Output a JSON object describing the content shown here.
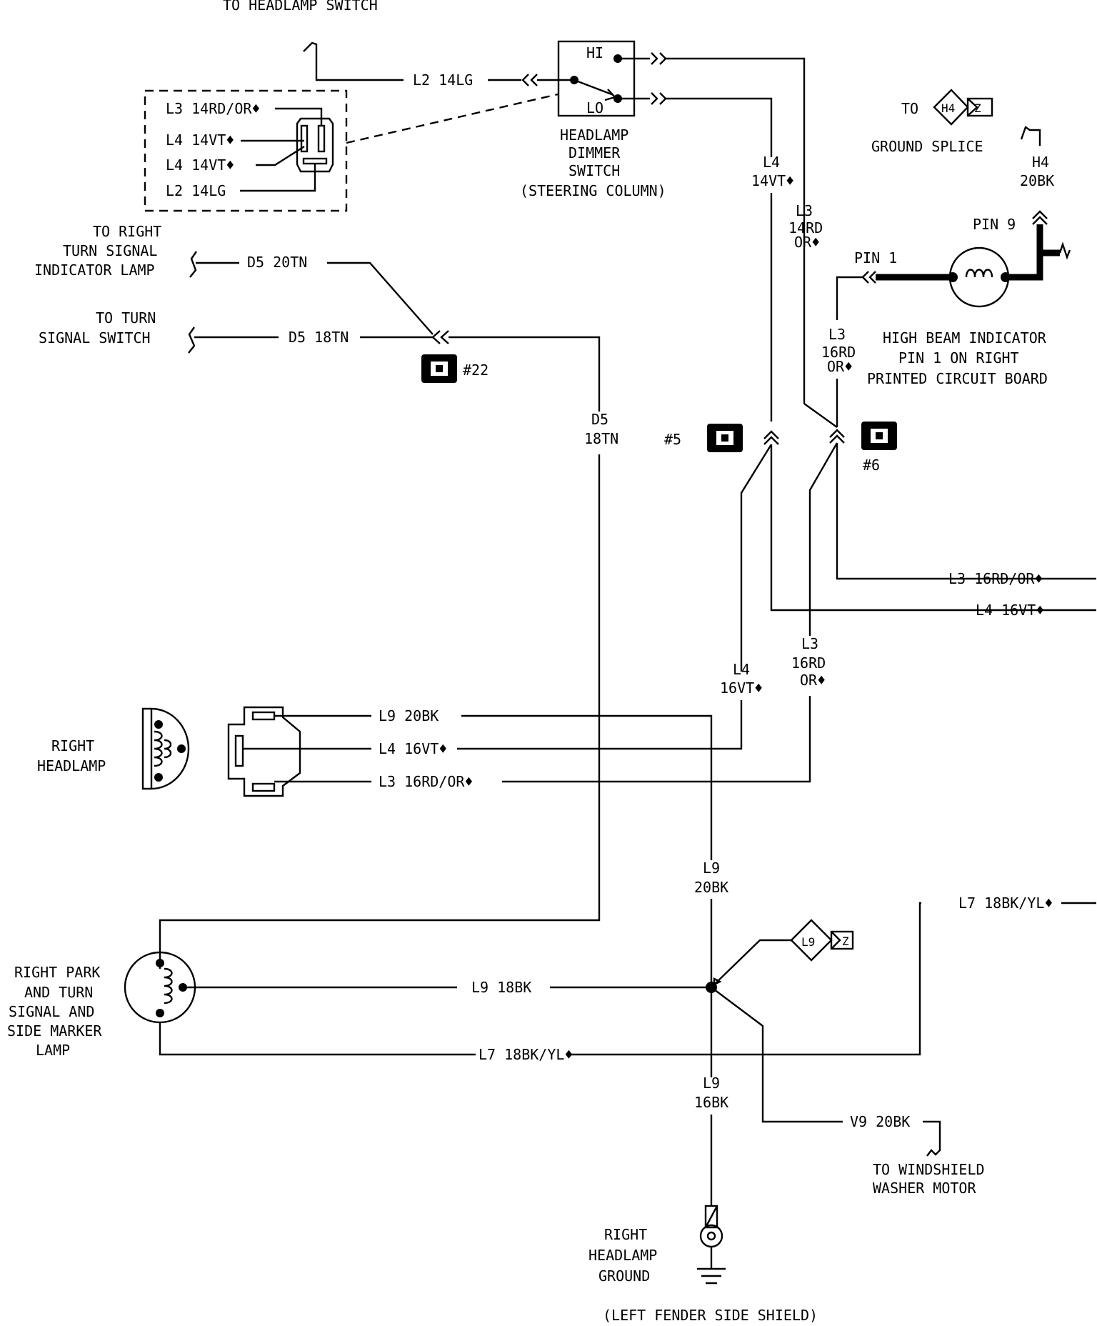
{
  "labels": {
    "to_headlamp_switch": "TO HEADLAMP SWITCH",
    "w_l2_14lg": "L2 14LG",
    "sw_hi": "HI",
    "sw_lo": "LO",
    "dimmer_1": "HEADLAMP",
    "dimmer_2": "DIMMER",
    "dimmer_3": "SWITCH",
    "dimmer_4": "(STEERING COLUMN)",
    "conn_l3": "L3 14RD/OR♦",
    "conn_l4a": "L4 14VT♦",
    "conn_l4b": "L4 14VT♦",
    "conn_l2": "L2 14LG",
    "l4_14vt_a": "L4",
    "l4_14vt_b": "14VT♦",
    "l3_14rd_a": "L3",
    "l3_14rd_b": "14RD",
    "l3_14rd_c": "OR♦",
    "to_text": "TO",
    "h4_tag": "H4",
    "z_tag": "Z",
    "ground_splice": "GROUND SPLICE",
    "h4_a": "H4",
    "h4_b": "20BK",
    "pin9": "PIN 9",
    "pin1": "PIN 1",
    "hb_1": "HIGH BEAM INDICATOR",
    "hb_2": "PIN 1 ON RIGHT",
    "hb_3": "PRINTED CIRCUIT BOARD",
    "l3_16rd_a": "L3",
    "l3_16rd_b": "16RD",
    "l3_16rd_c": "OR♦",
    "rts_1": "TO RIGHT",
    "rts_2": "TURN SIGNAL",
    "rts_3": "INDICATOR LAMP",
    "w_d5_20tn": "D5 20TN",
    "tss_1": "TO TURN",
    "tss_2": "SIGNAL SWITCH",
    "w_d5_18tn": "D5 18TN",
    "conn22": "#22",
    "d5_a": "D5",
    "d5_b": "18TN",
    "conn5": "#5",
    "conn6": "#6",
    "w_l3_right": "L3 16RD/OR♦",
    "w_l4_right": "L4 16VT♦",
    "l3_16rd2_a": "L3",
    "l3_16rd2_b": "16RD",
    "l3_16rd2_c": "OR♦",
    "l4_16vt_a": "L4",
    "l4_16vt_b": "16VT♦",
    "rh_1": "RIGHT",
    "rh_2": "HEADLAMP",
    "w_l9_20bk": "L9 20BK",
    "w_l4_16vt": "L4 16VT♦",
    "w_l3_16rd": "L3 16RD/OR♦",
    "l9_20bk_a": "L9",
    "l9_20bk_b": "20BK",
    "w_l7_right": "L7 18BK/YL♦",
    "l9_tag": "L9",
    "z2_tag": "Z",
    "rp_1": "RIGHT PARK",
    "rp_2": "AND TURN",
    "rp_3": "SIGNAL AND",
    "rp_4": "SIDE MARKER",
    "rp_5": "LAMP",
    "w_l9_18bk": "L9 18BK",
    "w_l7_18bk": "L7 18BK/YL♦",
    "l9_16bk_a": "L9",
    "l9_16bk_b": "16BK",
    "w_v9": "V9 20BK",
    "wm_1": "TO WINDSHIELD",
    "wm_2": "WASHER MOTOR",
    "gnd_1": "RIGHT",
    "gnd_2": "HEADLAMP",
    "gnd_3": "GROUND",
    "gnd_4": "(LEFT FENDER SIDE SHIELD)"
  }
}
